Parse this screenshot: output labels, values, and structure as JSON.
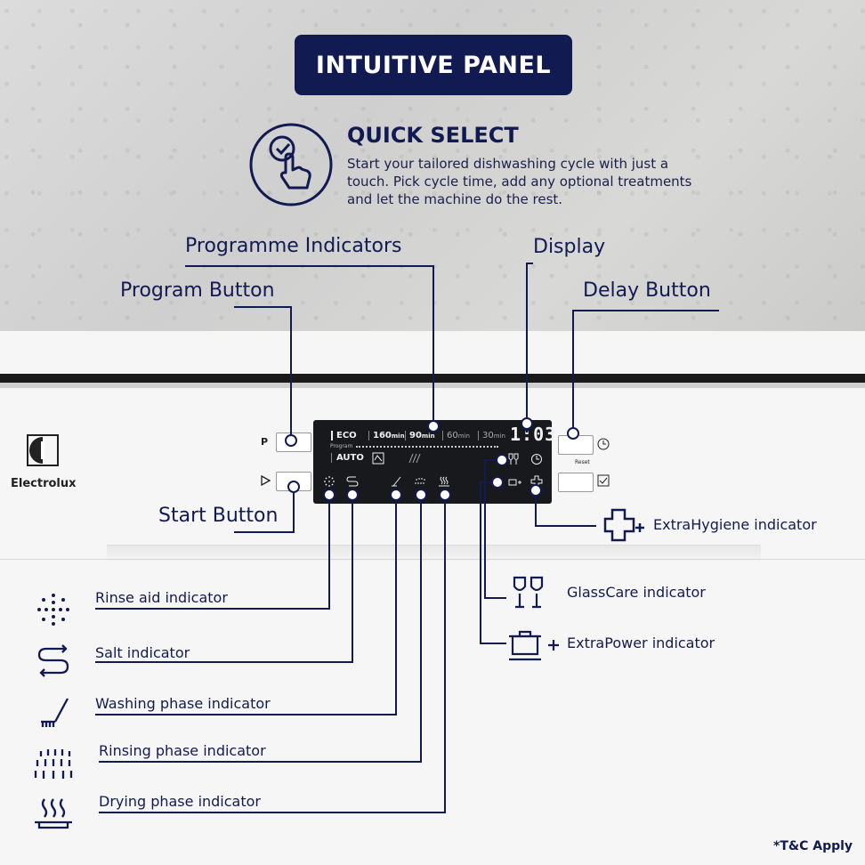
{
  "banner": "INTUITIVE PANEL",
  "quick_select": {
    "title": "QUICK SELECT",
    "text": "Start your tailored dishwashing cycle with just a touch. Pick cycle time, add any optional treatments and let the machine do the rest."
  },
  "callouts": {
    "programme_indicators": "Programme Indicators",
    "display": "Display",
    "program_button": "Program Button",
    "delay_button": "Delay Button",
    "start_button": "Start Button",
    "extrahygiene": "ExtraHygiene indicator",
    "glasscare": "GlassCare indicator",
    "extrapower": "ExtraPower indicator",
    "rinse_aid": "Rinse aid indicator",
    "salt": "Salt indicator",
    "washing": "Washing phase indicator",
    "rinsing": "Rinsing phase indicator",
    "drying": "Drying phase indicator"
  },
  "panel": {
    "eco": "ECO",
    "t160": "160",
    "t90": "90",
    "t60": "60",
    "t30": "30",
    "min": "min",
    "program": "Program",
    "auto": "AUTO",
    "display_value": "1:03",
    "reset": "Reset",
    "p_key": "P"
  },
  "brand": "Electrolux",
  "footer": "*T&C Apply",
  "colors": {
    "navy": "#121a52",
    "panel": "#17191c"
  }
}
